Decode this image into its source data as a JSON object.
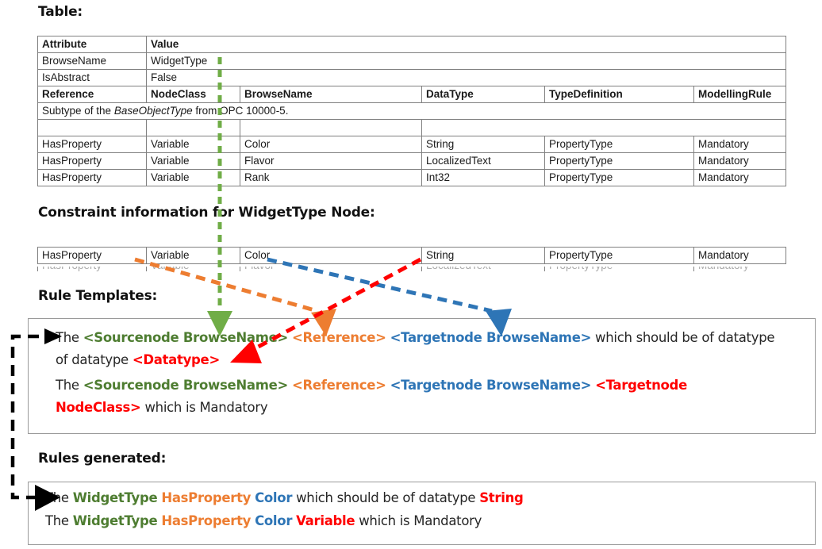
{
  "sections": {
    "table_heading": "Table:",
    "constraint_heading": "Constraint information for WidgetType Node:",
    "rule_templates_heading": "Rule Templates:",
    "rules_generated_heading": "Rules generated:"
  },
  "main_table": {
    "attribute_header": {
      "attribute": "Attribute",
      "value": "Value"
    },
    "attribute_rows": [
      {
        "attribute": "BrowseName",
        "value": "WidgetType"
      },
      {
        "attribute": "IsAbstract",
        "value": "False"
      }
    ],
    "ref_header": {
      "reference": "Reference",
      "nodeclass": "NodeClass",
      "browsename": "BrowseName",
      "datatype": "DataType",
      "typedefinition": "TypeDefinition",
      "modellingrule": "ModellingRule"
    },
    "subtype_note_prefix": "Subtype of the ",
    "subtype_note_italic": "BaseObjectType",
    "subtype_note_suffix": " from OPC 10000-5.",
    "ref_rows": [
      {
        "reference": "HasProperty",
        "nodeclass": "Variable",
        "browsename": "Color",
        "datatype": "String",
        "typedefinition": "PropertyType",
        "modellingrule": "Mandatory"
      },
      {
        "reference": "HasProperty",
        "nodeclass": "Variable",
        "browsename": "Flavor",
        "datatype": "LocalizedText",
        "typedefinition": "PropertyType",
        "modellingrule": "Mandatory"
      },
      {
        "reference": "HasProperty",
        "nodeclass": "Variable",
        "browsename": "Rank",
        "datatype": "Int32",
        "typedefinition": "PropertyType",
        "modellingrule": "Mandatory"
      }
    ]
  },
  "constraint_table": {
    "row": {
      "reference": "HasProperty",
      "nodeclass": "Variable",
      "browsename": "Color",
      "datatype": "String",
      "typedefinition": "PropertyType",
      "modellingrule": "Mandatory"
    }
  },
  "rule_templates": {
    "line1": {
      "t1": "The ",
      "sourcenode": "<Sourcenode BrowseName>",
      "t2": " ",
      "reference": "<Reference>",
      "t3": " ",
      "targetnode": "<Targetnode BrowseName>",
      "t4": "  which should be of datatype ",
      "datatype": "<Datatype>"
    },
    "line2": {
      "t1": "The ",
      "sourcenode": "<Sourcenode BrowseName>",
      "t2": " ",
      "reference": "<Reference>",
      "t3": " ",
      "targetnode": "<Targetnode BrowseName>",
      "t4": " ",
      "targetnodeclass": "<Targetnode NodeClass>",
      "t5": "  which is Mandatory"
    }
  },
  "rules_generated": {
    "line1": {
      "t1": "The ",
      "sourcenode": "WidgetType",
      "t2": " ",
      "reference": "HasProperty",
      "t3": " ",
      "targetnode": "Color",
      "t4": " which should be of datatype ",
      "datatype": "String"
    },
    "line2": {
      "t1": "The ",
      "sourcenode": "WidgetType",
      "t2": " ",
      "reference": "HasProperty",
      "t3": " ",
      "targetnode": "Color",
      "t4": " ",
      "nodeclass": "Variable",
      "t5": " which is Mandatory"
    }
  },
  "colors": {
    "green": "#4E7D31",
    "orange": "#ED7D31",
    "blue": "#2E75B6",
    "red": "#FF0000",
    "black": "#1a1a1a",
    "border": "#808080"
  },
  "connectors": [
    {
      "name": "green-arrow",
      "from": "WidgetType value cell",
      "to": "<Sourcenode BrowseName>"
    },
    {
      "name": "orange-arrow",
      "from": "HasProperty constraint cell",
      "to": "<Reference>"
    },
    {
      "name": "blue-arrow",
      "from": "Color constraint cell",
      "to": "<Targetnode BrowseName>"
    },
    {
      "name": "red-arrow",
      "from": "String constraint cell",
      "to": "<Datatype>"
    },
    {
      "name": "black-arrow",
      "from": "Rule Templates box",
      "to": "Rules generated box"
    }
  ]
}
